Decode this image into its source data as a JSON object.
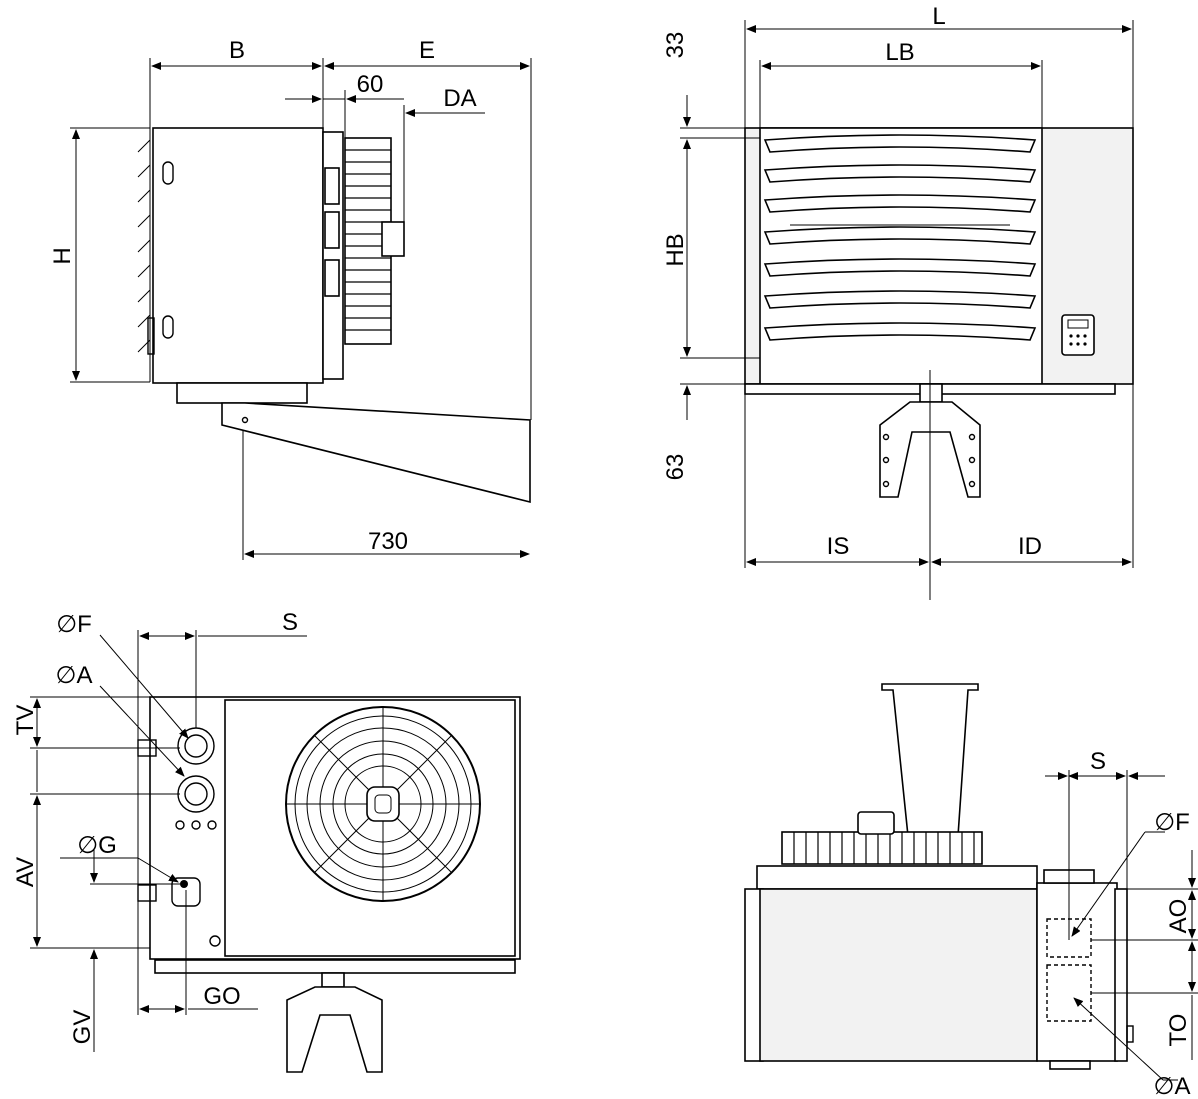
{
  "labels": {
    "B": "B",
    "E": "E",
    "d60": "60",
    "DA": "DA",
    "H": "H",
    "d730": "730",
    "L": "L",
    "LB": "LB",
    "d33": "33",
    "HB": "HB",
    "d63": "63",
    "IS": "IS",
    "ID": "ID",
    "phiF": "∅F",
    "S": "S",
    "phiA": "∅A",
    "TV": "TV",
    "AV": "AV",
    "phiG": "∅G",
    "GO": "GO",
    "GV": "GV",
    "S2": "S",
    "phiF2": "∅F",
    "AO": "AO",
    "TO": "TO",
    "phiA2": "∅A"
  }
}
